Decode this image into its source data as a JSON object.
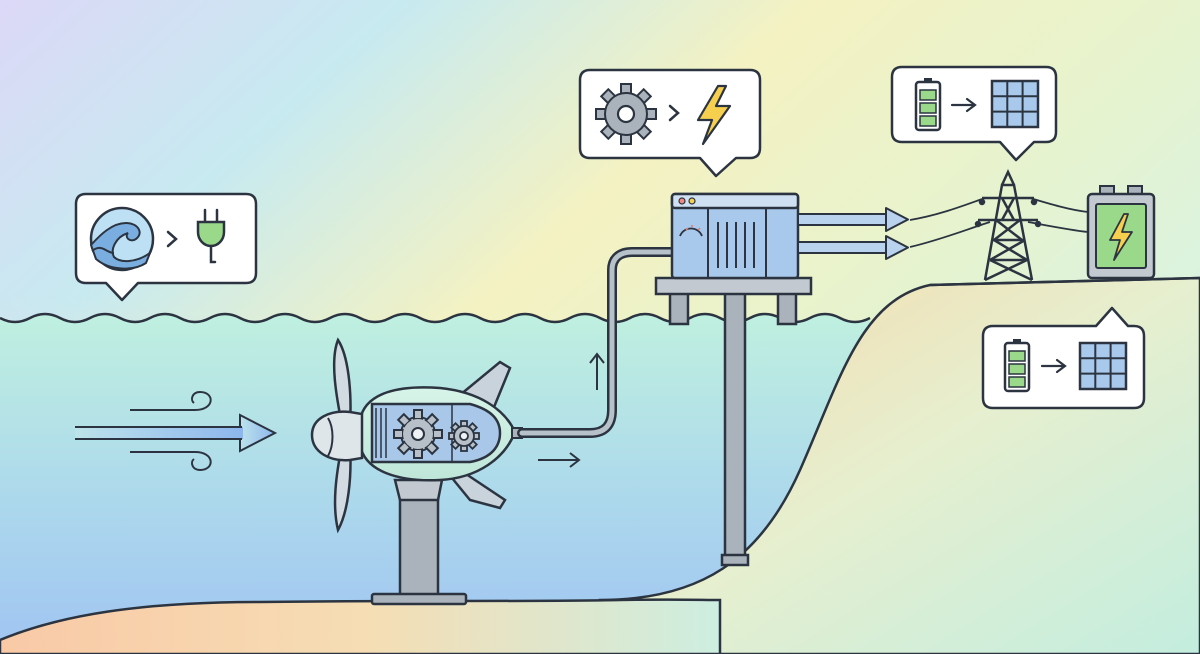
{
  "diagram": {
    "kind": "tidal-stream-turbine-energy-flow",
    "bubbles": [
      {
        "id": "wave-to-plug",
        "icons": [
          "wave-icon",
          "chevron-right-icon",
          "plug-icon"
        ]
      },
      {
        "id": "gear-to-bolt",
        "icons": [
          "gear-icon",
          "chevron-right-icon",
          "lightning-bolt-icon"
        ]
      },
      {
        "id": "battery-to-grid-top",
        "icons": [
          "battery-icon",
          "arrow-right-icon",
          "grid-panel-icon"
        ]
      },
      {
        "id": "battery-to-grid-bottom",
        "icons": [
          "battery-icon",
          "arrow-right-icon",
          "grid-panel-icon"
        ]
      }
    ],
    "components": [
      "water-current-arrows",
      "tidal-turbine",
      "power-cable",
      "offshore-converter-station",
      "transmission-tower",
      "battery-storage-unit",
      "seabed",
      "shoreline"
    ]
  },
  "colors": {
    "outline": "#2b3440",
    "water_top": "#bfeee0",
    "water_bottom": "#a3c8f2",
    "sea_bed": "#f7c8a6",
    "turbine_body": "#cfeee2",
    "gearbox_fill": "#a9c7e8",
    "metal": "#9aa3ad",
    "station_fill": "#a9c9ec",
    "battery_green": "#9ad88a",
    "bolt_yellow": "#f6cf4e",
    "bubble_fill": "#ffffff"
  }
}
